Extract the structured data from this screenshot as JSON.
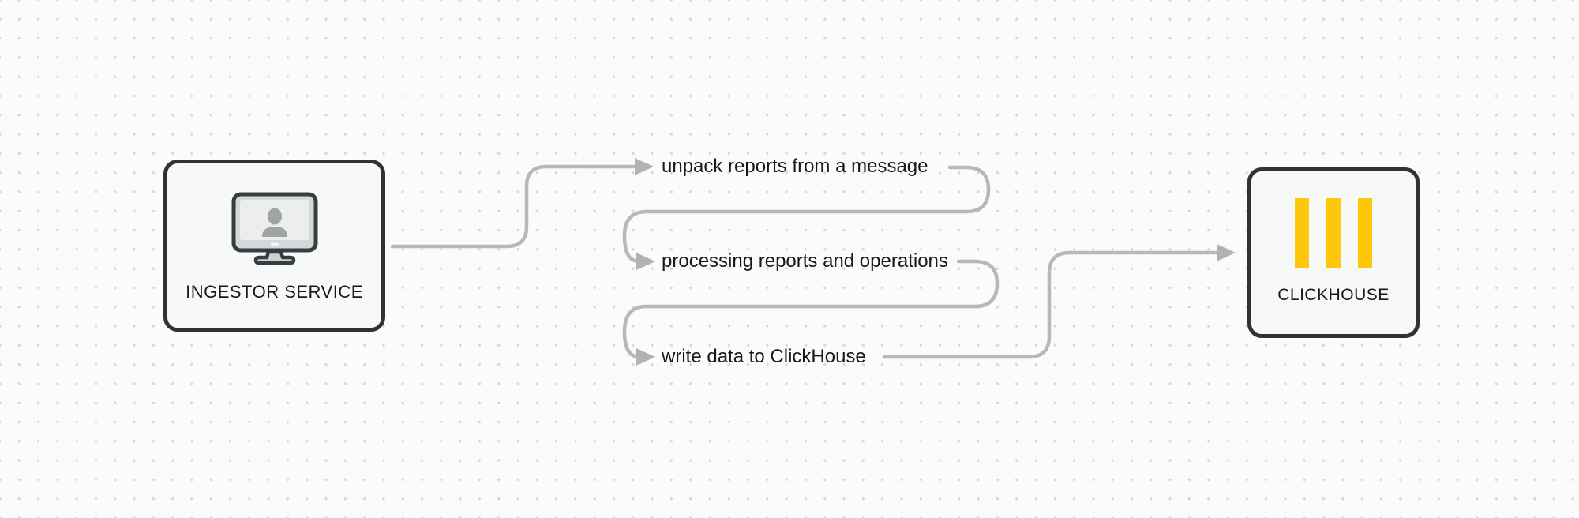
{
  "diagram": {
    "nodes": [
      {
        "id": "ingestor-service",
        "label": "INGESTOR SERVICE",
        "icon": "monitor-user-icon"
      },
      {
        "id": "clickhouse",
        "label": "CLICKHOUSE",
        "icon": "clickhouse-logo-icon"
      }
    ],
    "steps": [
      {
        "label": "unpack reports from a message"
      },
      {
        "label": "processing reports and operations"
      },
      {
        "label": "write data to ClickHouse"
      }
    ]
  },
  "colors": {
    "background": "#fbfbfb",
    "grid_dot": "#d8d8d8",
    "node_border": "#2f3338",
    "node_fill": "#f7f8f8",
    "connector": "#b8b8b8",
    "arrowhead": "#b2b2b2",
    "text": "#17181a",
    "clickhouse_yellow": "#fec70a",
    "icon_dark": "#383d42",
    "icon_gray": "#a1a4a7"
  }
}
